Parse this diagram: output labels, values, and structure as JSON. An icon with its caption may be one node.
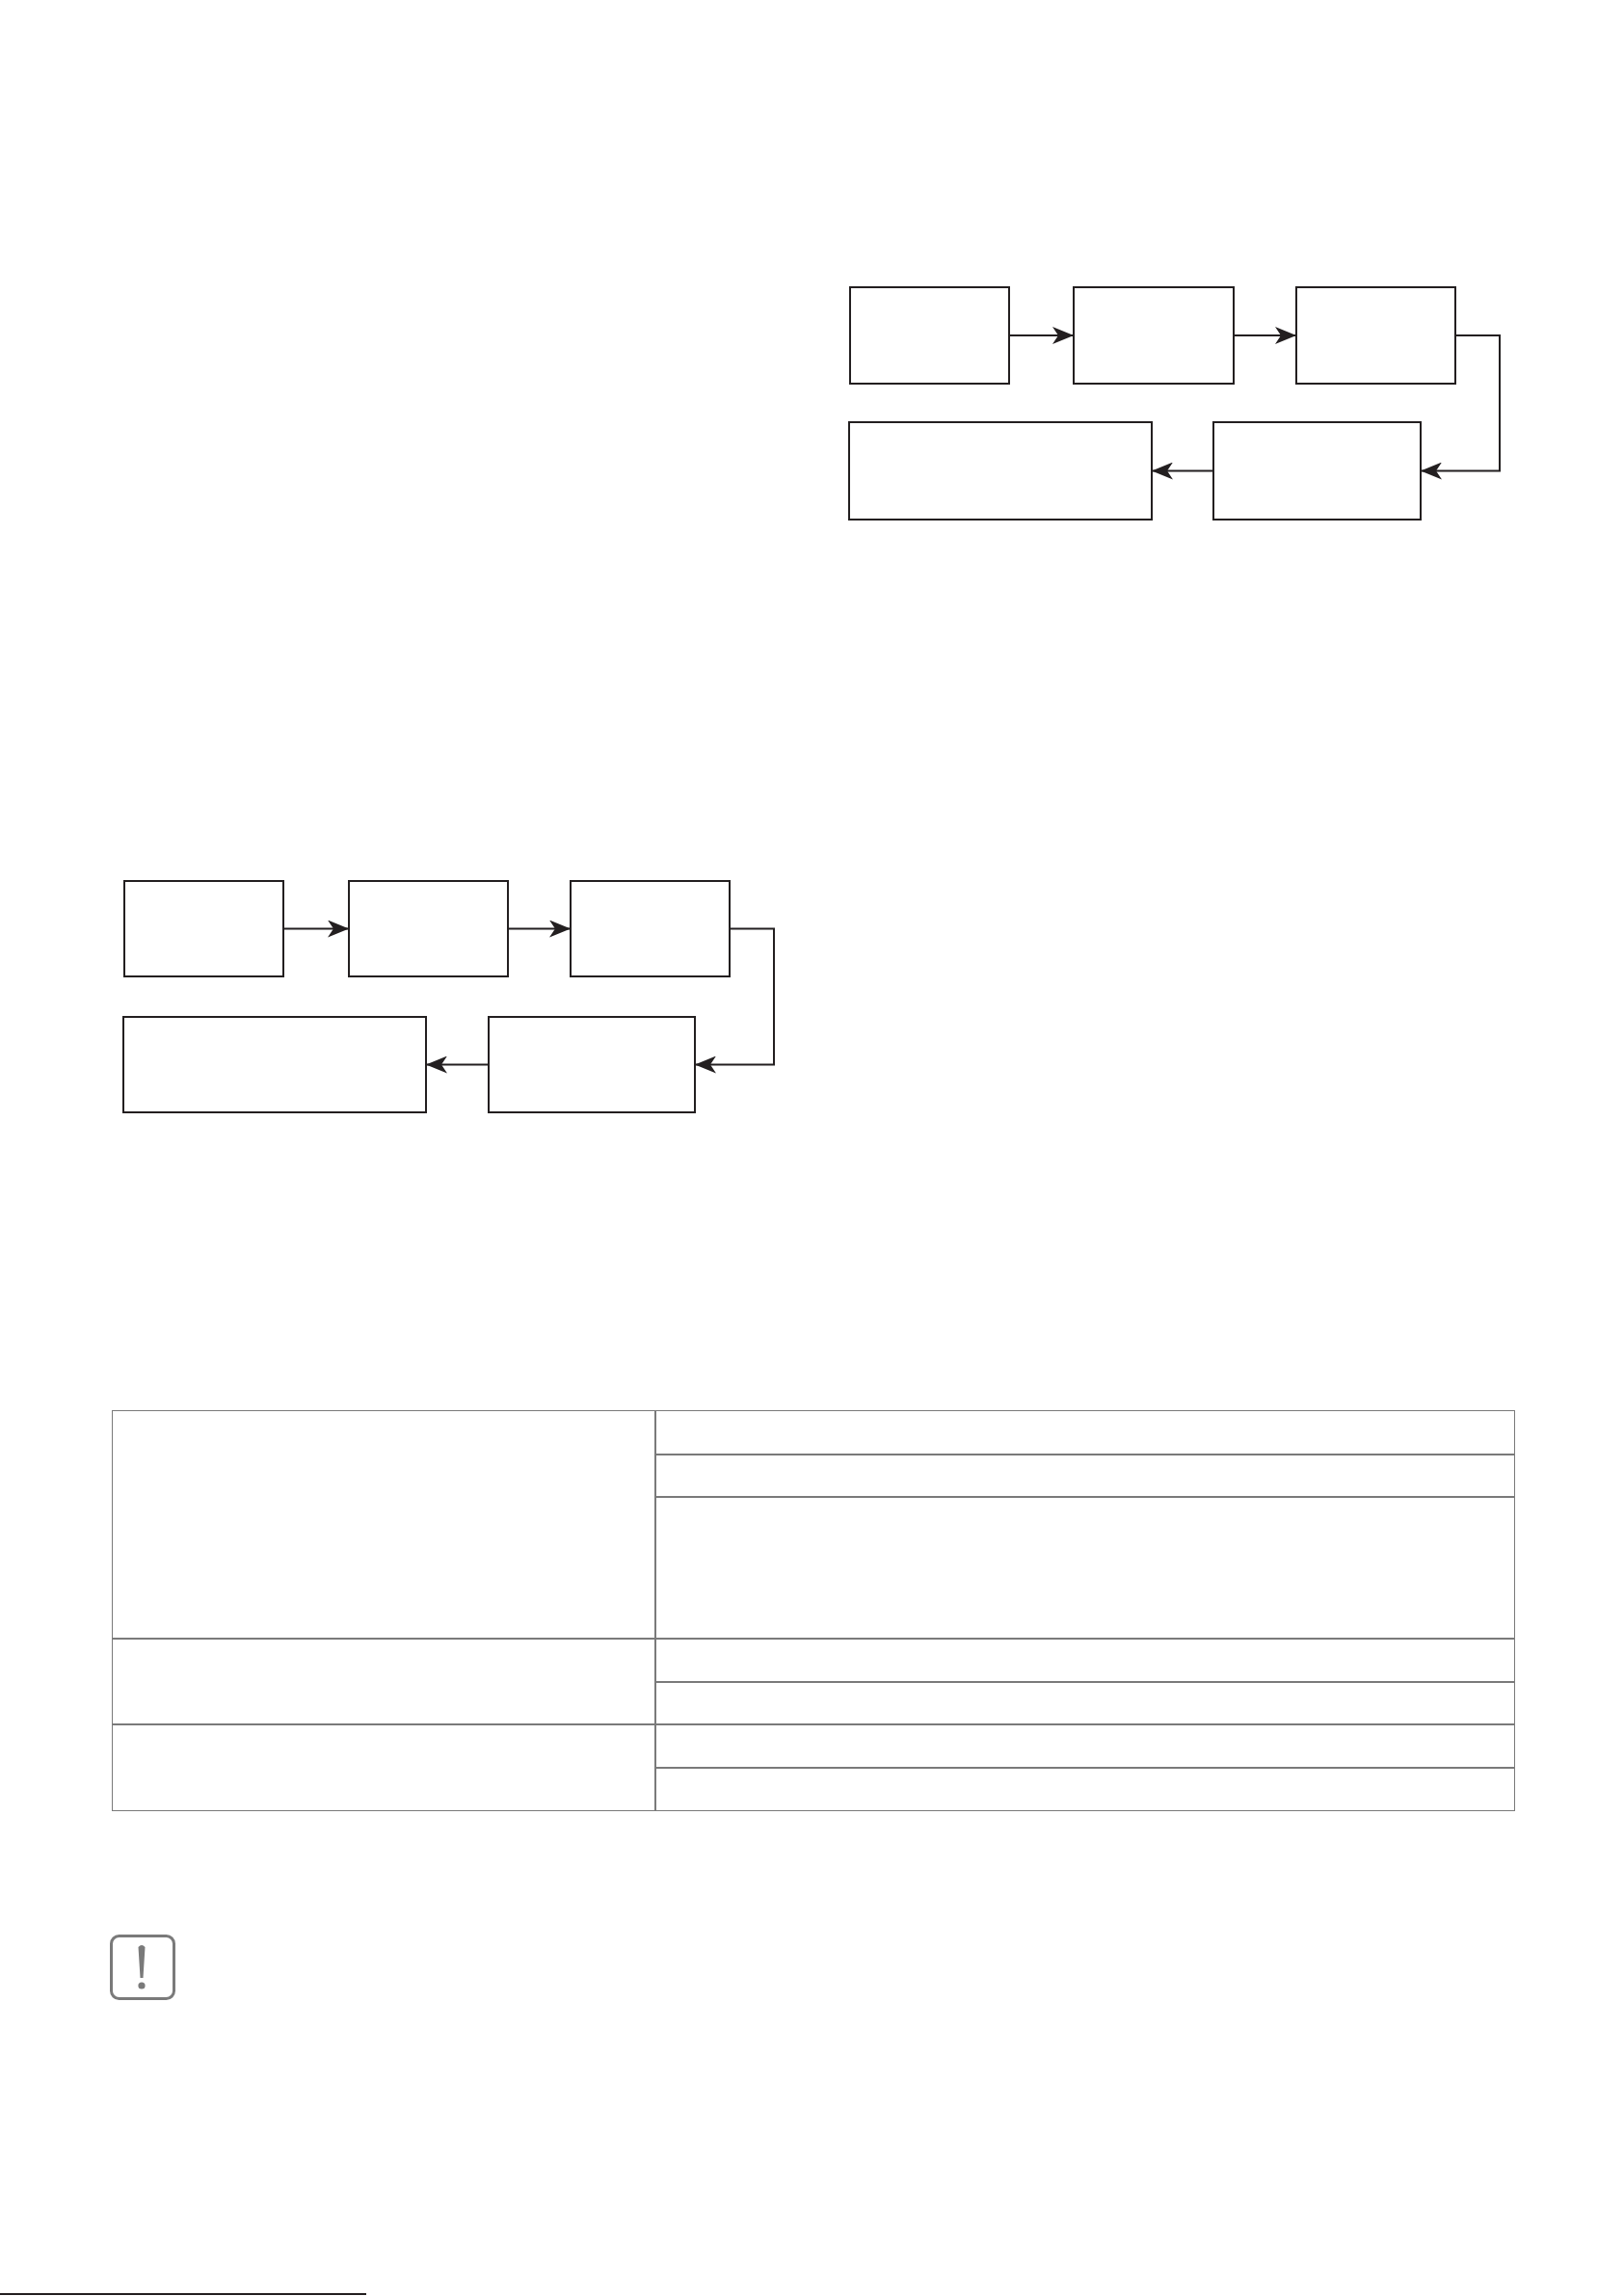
{
  "diagram": {
    "nodes": [
      {
        "text": [],
        "shape": "box"
      },
      {
        "text": [],
        "shape": "box"
      },
      {
        "text": [],
        "shape": "box"
      },
      {
        "text": [],
        "shape": "box"
      },
      {
        "text": [],
        "shape": "box"
      },
      {
        "text": [],
        "shape": "box"
      },
      {
        "text": [],
        "shape": "box"
      },
      {
        "text": [],
        "shape": "box"
      },
      {
        "text": [],
        "shape": "box"
      },
      {
        "text": [],
        "shape": "box"
      }
    ],
    "edges": [
      {
        "from": 0,
        "to": 1,
        "arrow": "to"
      },
      {
        "from": 1,
        "to": 2,
        "arrow": "to"
      },
      {
        "from": 2,
        "to": 4,
        "arrow": "to"
      },
      {
        "from": 4,
        "to": 3,
        "arrow": "to"
      },
      {
        "from": 5,
        "to": 6,
        "arrow": "to"
      },
      {
        "from": 6,
        "to": 7,
        "arrow": "to"
      },
      {
        "from": 7,
        "to": 9,
        "arrow": "to"
      },
      {
        "from": 9,
        "to": 8,
        "arrow": "to"
      }
    ]
  }
}
